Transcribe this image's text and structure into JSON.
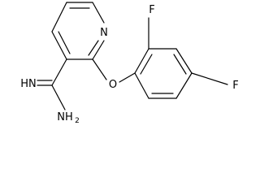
{
  "molecule": {
    "atoms": {
      "n_ring": "N",
      "o_ether": "O",
      "f_ortho": "F",
      "f_para": "F",
      "imine": "HN",
      "amine": "NH",
      "amine_sub": "2"
    },
    "colors": {
      "bond": "#000000",
      "label": "#000000",
      "background": "#ffffff"
    }
  }
}
